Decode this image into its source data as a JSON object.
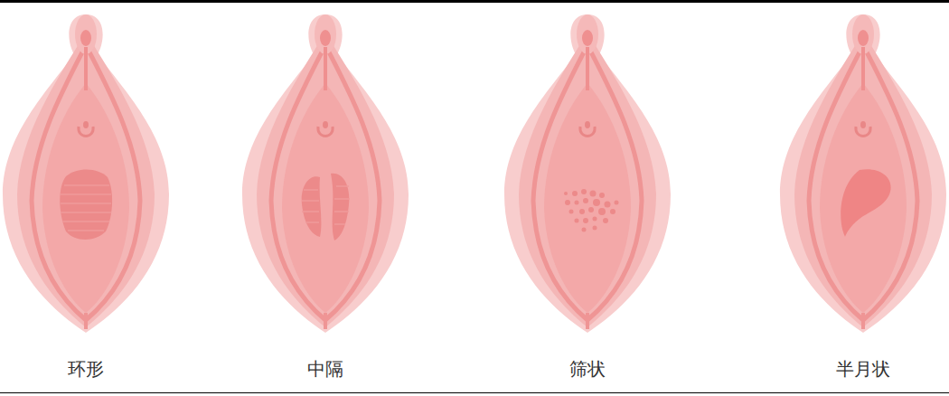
{
  "diagram": {
    "labels": [
      "环形",
      "中隔",
      "筛状",
      "半月状"
    ]
  }
}
